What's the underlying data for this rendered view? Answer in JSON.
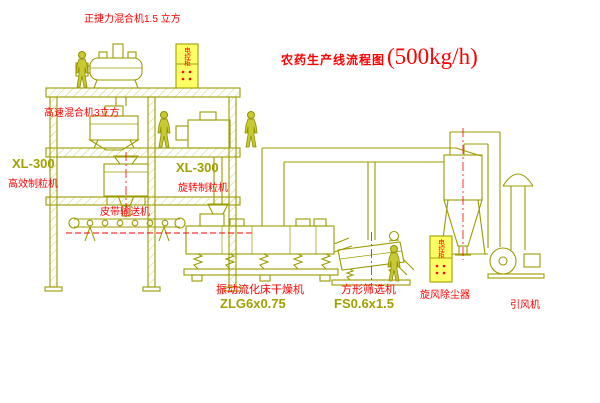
{
  "diagram": {
    "title": {
      "main": "农药生产线流程图",
      "capacity": "(500kg/h)"
    },
    "labels": {
      "top_mixer": "正捷力混合机1.5 立方",
      "high_speed_mixer": "高速混合机3立方",
      "granulator_left_model": "XL-300",
      "granulator_left_name": "高效制粒机",
      "granulator_center_model": "XL-300",
      "granulator_center_name": "旋转制粒机",
      "belt_conveyor": "皮带输送机",
      "dryer_name": "振动流化床干燥机",
      "dryer_model": "ZLG6x0.75",
      "sieve_name": "方形筛选机",
      "sieve_model": "FS0.6x1.5",
      "cyclone_name": "旋风除尘器",
      "fan_name": "引风机",
      "cabinet_top": "电控柜",
      "cabinet_right": "电控柜"
    },
    "colors": {
      "line": "#9c9c00",
      "text_red": "#ff0000",
      "model_text": "#a0a000",
      "cabinet_fill": "#ffff66",
      "background": "#ffffff"
    }
  }
}
